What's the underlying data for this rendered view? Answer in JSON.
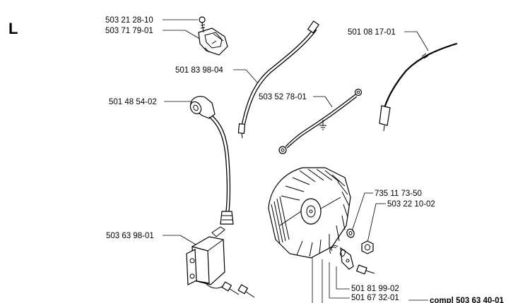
{
  "section_letter": "L",
  "parts": [
    {
      "number": "503 21 28-10"
    },
    {
      "number": "503 71 79-01"
    },
    {
      "number": "501 83 98-04"
    },
    {
      "number": "501 08 17-01"
    },
    {
      "number": "503 52 78-01"
    },
    {
      "number": "501 48 54-02"
    },
    {
      "number": "735 11 73-50"
    },
    {
      "number": "503 22 10-02"
    },
    {
      "number": "503 63 98-01"
    },
    {
      "number": "501 81 99-02"
    },
    {
      "number": "501 67 32-01"
    },
    {
      "number": "503 63 40-01"
    }
  ],
  "compl_prefix": "compl"
}
